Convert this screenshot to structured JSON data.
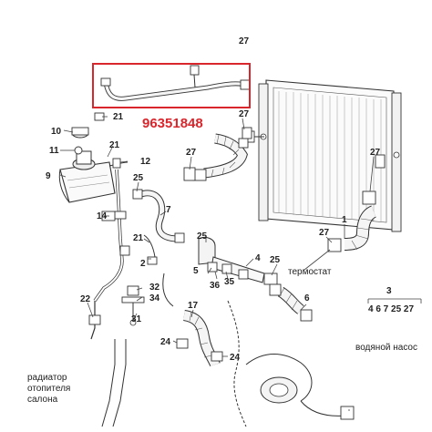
{
  "highlight": {
    "part_number": "96351848",
    "color": "#d9262c"
  },
  "callouts": {
    "c1": "1",
    "c2": "2",
    "c3": "3",
    "c4": "4",
    "c5": "5",
    "c6": "6",
    "c7": "7",
    "c9": "9",
    "c10": "10",
    "c11": "11",
    "c12": "12",
    "c14": "14",
    "c17": "17",
    "c21a": "21",
    "c21b": "21",
    "c21c": "21",
    "c22": "22",
    "c24a": "24",
    "c24b": "24",
    "c25a": "25",
    "c25b": "25",
    "c25c": "25",
    "c27a": "27",
    "c27b": "27",
    "c27c": "27",
    "c27d": "27",
    "c27e": "27",
    "c31": "31",
    "c32": "32",
    "c34": "34",
    "c35": "35",
    "c36": "36"
  },
  "group_3": {
    "label": "3",
    "members": "4 6 7 25 27"
  },
  "captions": {
    "thermostat": "термостат",
    "heater_line1": "радиатор",
    "heater_line2": "отопителя",
    "heater_line3": "салона",
    "water_pump": "водяной насос"
  }
}
